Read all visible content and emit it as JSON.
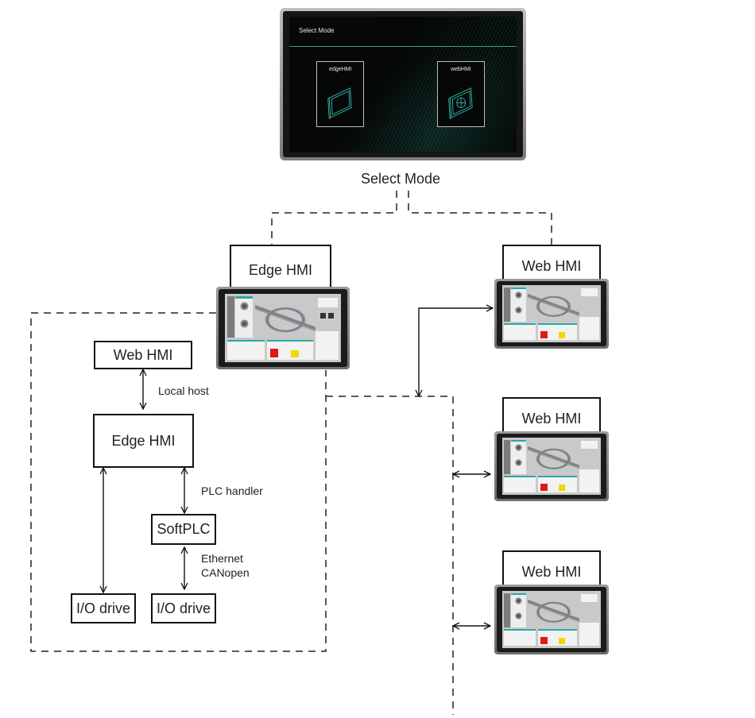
{
  "select_screen": {
    "title": "Select Mode",
    "tiles": [
      {
        "label": "edgeHMI",
        "icon": "edge-panel-icon"
      },
      {
        "label": "webHMI",
        "icon": "web-panel-icon"
      }
    ],
    "accent": "#3a9d93"
  },
  "caption": "Select Mode",
  "devices": {
    "edge": {
      "label": "Edge HMI"
    },
    "web": [
      {
        "label": "Web HMI"
      },
      {
        "label": "Web HMI"
      },
      {
        "label": "Web HMI"
      }
    ]
  },
  "internal": {
    "web_hmi": "Web HMI",
    "edge_hmi": "Edge HMI",
    "softplc": "SoftPLC",
    "io_drive_1": "I/O drive",
    "io_drive_2": "I/O drive",
    "local_host": "Local host",
    "plc_handler": "PLC handler",
    "ethernet": "Ethernet",
    "canopen": "CANopen"
  },
  "colors": {
    "hmi_accent": "#2aa7a7",
    "tank_red": "#e01818",
    "tank_yellow": "#f0d800"
  }
}
